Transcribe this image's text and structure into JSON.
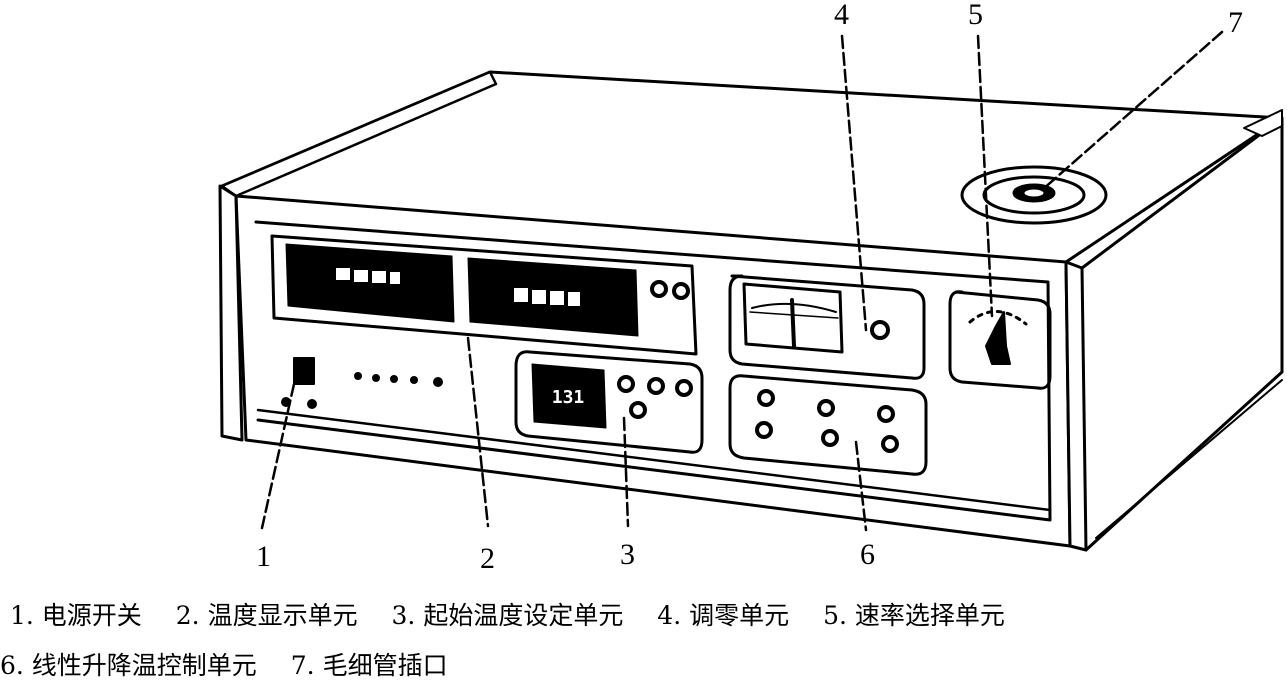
{
  "callouts": [
    {
      "id": "1",
      "label": "1"
    },
    {
      "id": "2",
      "label": "2"
    },
    {
      "id": "3",
      "label": "3"
    },
    {
      "id": "4",
      "label": "4"
    },
    {
      "id": "5",
      "label": "5"
    },
    {
      "id": "6",
      "label": "6"
    },
    {
      "id": "7",
      "label": "7"
    }
  ],
  "caption": {
    "line1": [
      "1. 电源开关",
      "2. 温度显示单元",
      "3. 起始温度设定单元",
      "4. 调零单元",
      "5. 速率选择单元"
    ],
    "line2": [
      "6. 线性升降温控制单元",
      "7. 毛细管插口"
    ]
  },
  "display_text": {
    "setpoint_display": "131"
  }
}
